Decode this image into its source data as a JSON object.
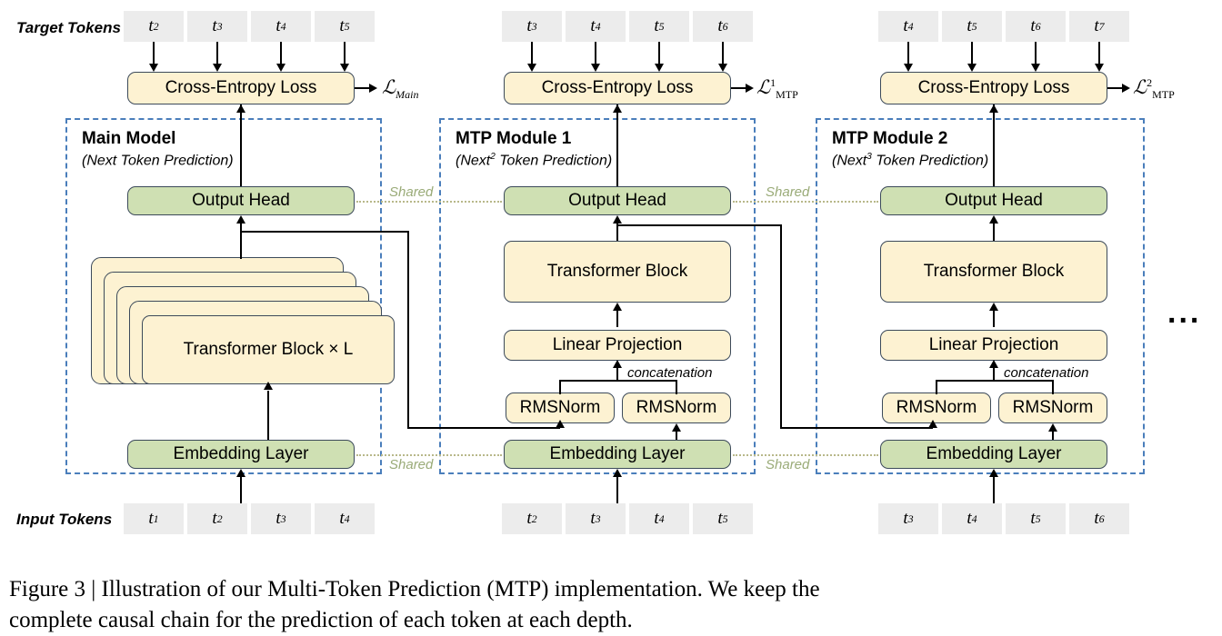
{
  "figure": {
    "caption_line1": "Figure 3 | Illustration of our Multi-Token Prediction (MTP) implementation. We keep the",
    "caption_line2": "complete causal chain for the prediction of each token at each depth."
  },
  "labels": {
    "target_tokens": "Target Tokens",
    "input_tokens": "Input Tokens",
    "shared": "Shared",
    "concatenation": "concatenation",
    "ellipsis": "..."
  },
  "boxes": {
    "cross_entropy": "Cross-Entropy Loss",
    "output_head": "Output Head",
    "embedding_layer": "Embedding Layer",
    "transformer_block": "Transformer Block",
    "transformer_block_xl": "Transformer Block × L",
    "linear_projection": "Linear Projection",
    "rmsnorm": "RMSNorm"
  },
  "columns": [
    {
      "id": "main",
      "title": "Main Model",
      "subtitle_pre": "(Next",
      "subtitle_sup": "",
      "subtitle_post": " Token Prediction)",
      "loss_symbol": "ℒ",
      "loss_sup": "",
      "loss_sub": "Main",
      "target_tokens": [
        "t2",
        "t3",
        "t4",
        "t5"
      ],
      "input_tokens": [
        "t1",
        "t2",
        "t3",
        "t4"
      ]
    },
    {
      "id": "mtp1",
      "title": "MTP Module 1",
      "subtitle_pre": "(Next",
      "subtitle_sup": "2",
      "subtitle_post": " Token Prediction)",
      "loss_symbol": "ℒ",
      "loss_sup": "1",
      "loss_sub": "MTP",
      "target_tokens": [
        "t3",
        "t4",
        "t5",
        "t6"
      ],
      "input_tokens": [
        "t2",
        "t3",
        "t4",
        "t5"
      ]
    },
    {
      "id": "mtp2",
      "title": "MTP Module 2",
      "subtitle_pre": "(Next",
      "subtitle_sup": "3",
      "subtitle_post": " Token Prediction)",
      "loss_symbol": "ℒ",
      "loss_sup": "2",
      "loss_sub": "MTP",
      "target_tokens": [
        "t4",
        "t5",
        "t6",
        "t7"
      ],
      "input_tokens": [
        "t3",
        "t4",
        "t5",
        "t6"
      ]
    }
  ],
  "tokens": {
    "t1": {
      "base": "t",
      "sub": "1"
    },
    "t2": {
      "base": "t",
      "sub": "2"
    },
    "t3": {
      "base": "t",
      "sub": "3"
    },
    "t4": {
      "base": "t",
      "sub": "4"
    },
    "t5": {
      "base": "t",
      "sub": "5"
    },
    "t6": {
      "base": "t",
      "sub": "6"
    },
    "t7": {
      "base": "t",
      "sub": "7"
    }
  },
  "colors": {
    "yellow_fill": "#fdf2d2",
    "green_fill": "#cfe0b3",
    "box_stroke": "#3c4a5a",
    "frame_dashed": "#4a7ebb",
    "shared_dotted": "#b8b88a",
    "token_chip": "#ececec"
  },
  "stack_layers": 5
}
